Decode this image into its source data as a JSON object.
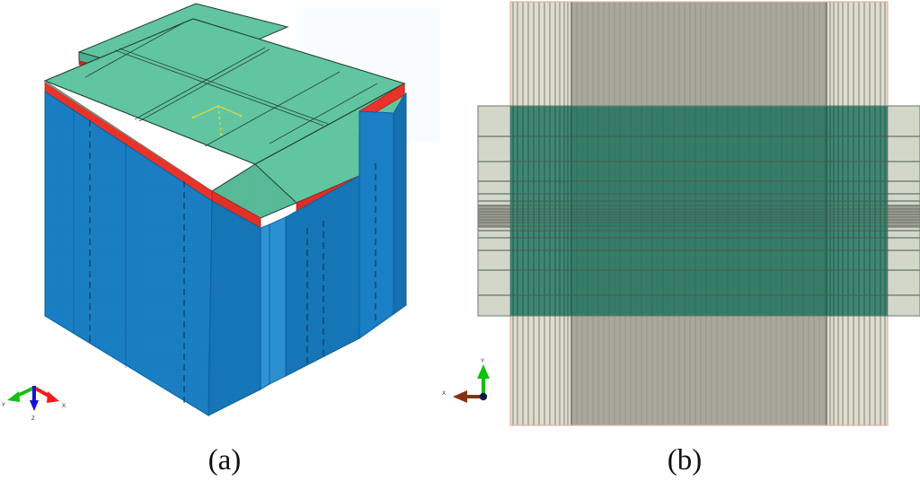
{
  "figure": {
    "background_color": "#ffffff",
    "panels": [
      {
        "id": "a",
        "caption": "(a)",
        "view_type": "isometric-3d-solid-model",
        "description": "Three dimensional solid geometry of layered specimen with vertical notch",
        "components": [
          {
            "name": "top-plate",
            "color": "#62c6a2",
            "label": "green top layer"
          },
          {
            "name": "interlayer",
            "color": "#e8332a",
            "label": "red thin interlayer"
          },
          {
            "name": "substrate-body",
            "color": "#1a7fc4",
            "label": "blue base body"
          }
        ],
        "edge_color": "#1c2b1c",
        "hidden_edge_style": "dashed",
        "local_triad_color": "#d8d84a",
        "triad": {
          "name": "global-axis-triad",
          "axes": [
            {
              "label": "X",
              "color": "#ee1c1c",
              "direction": "upper-right"
            },
            {
              "label": "Y",
              "color": "#12c012",
              "direction": "upper-left"
            },
            {
              "label": "Z",
              "color": "#1414d0",
              "direction": "down"
            }
          ]
        }
      },
      {
        "id": "b",
        "caption": "(b)",
        "view_type": "front-orthographic-finite-element-mesh",
        "description": "Front view of graded finite element mesh through the model thickness",
        "regions": [
          {
            "name": "outer-left-column",
            "color": "#ddddd0",
            "mesh": "vertical graded lines"
          },
          {
            "name": "central-column",
            "color": "#a8a89c",
            "mesh": "dense vertical lines"
          },
          {
            "name": "outer-right-column",
            "color": "#ddddd0",
            "mesh": "vertical graded lines"
          },
          {
            "name": "horizontal-overlay-band",
            "color": "#2f7a69",
            "mesh": "graded horizontal lines, densest at mid-height"
          }
        ],
        "mesh_line_color": "#4a5a50",
        "boundary_color": "#e8b0a0",
        "triad": {
          "name": "global-axis-triad",
          "axes": [
            {
              "label": "X",
              "color": "#8b2f12",
              "direction": "left"
            },
            {
              "label": "Y",
              "color": "#12c012",
              "direction": "up"
            },
            {
              "label": "Z",
              "color": "#161640",
              "direction": "out-of-plane"
            }
          ]
        }
      }
    ]
  }
}
